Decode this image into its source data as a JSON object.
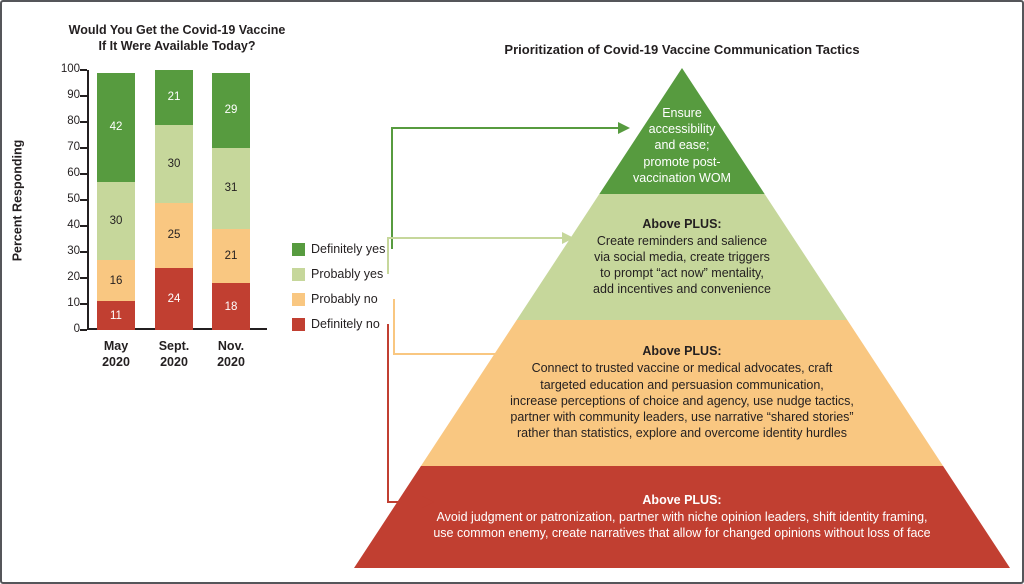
{
  "figure": {
    "border_color": "#55565a",
    "background": "#ffffff",
    "text_color": "#231f20"
  },
  "bar_chart": {
    "title_line1": "Would You Get the Covid-19 Vaccine",
    "title_line2": "If It Were Available Today?"
  },
  "chart_data": {
    "type": "bar",
    "stacked": true,
    "title": "Would You Get the Covid-19 Vaccine If It Were Available Today?",
    "ylabel": "Percent Responding",
    "ylim": [
      0,
      100
    ],
    "yticks": [
      0,
      10,
      20,
      30,
      40,
      50,
      60,
      70,
      80,
      90,
      100
    ],
    "categories": [
      "May 2020",
      "Sept. 2020",
      "Nov. 2020"
    ],
    "series": [
      {
        "name": "Definitely no",
        "color": "#c13f31",
        "label_color": "#ffffff",
        "values": [
          11,
          24,
          18
        ]
      },
      {
        "name": "Probably no",
        "color": "#f9c781",
        "label_color": "#231f20",
        "values": [
          16,
          25,
          21
        ]
      },
      {
        "name": "Probably yes",
        "color": "#c6d79b",
        "label_color": "#231f20",
        "values": [
          30,
          30,
          31
        ]
      },
      {
        "name": "Definitely yes",
        "color": "#579b3f",
        "label_color": "#ffffff",
        "values": [
          42,
          21,
          29
        ]
      }
    ],
    "grid": false,
    "legend_position": "right-of-chart"
  },
  "legend": {
    "items": [
      {
        "label": "Definitely yes",
        "color": "#579b3f"
      },
      {
        "label": "Probably yes",
        "color": "#c6d79b"
      },
      {
        "label": "Probably no",
        "color": "#f9c781"
      },
      {
        "label": "Definitely no",
        "color": "#c13f31"
      }
    ]
  },
  "pyramid": {
    "title": "Prioritization of Covid-19 Vaccine Communication Tactics",
    "levels": [
      {
        "name": "Definitely yes",
        "color": "#579b3f",
        "text_color": "#ffffff",
        "heading": "",
        "body": "Ensure\naccessibility\nand ease;\npromote post-\nvaccination WOM"
      },
      {
        "name": "Probably yes",
        "color": "#c6d79b",
        "text_color": "#231f20",
        "heading": "Above PLUS:",
        "body": "Create reminders and salience\nvia social media, create triggers\nto prompt “act now” mentality,\nadd incentives and convenience"
      },
      {
        "name": "Probably no",
        "color": "#f9c781",
        "text_color": "#231f20",
        "heading": "Above PLUS:",
        "body": "Connect to trusted vaccine or medical advocates, craft\ntargeted education and persuasion communication,\nincrease perceptions of choice and agency, use nudge tactics,\npartner with community leaders, use narrative “shared stories”\nrather than statistics, explore and overcome identity hurdles"
      },
      {
        "name": "Definitely no",
        "color": "#c13f31",
        "text_color": "#ffffff",
        "heading": "Above PLUS:",
        "body": "Avoid judgment or patronization, partner with niche opinion leaders, shift identity framing,\nuse common enemy, create narratives that allow for changed opinions without loss of face"
      }
    ]
  }
}
